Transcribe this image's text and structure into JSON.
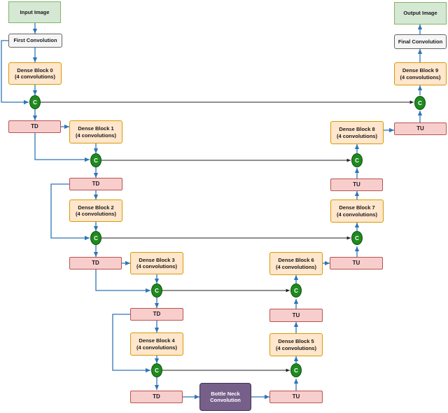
{
  "colors": {
    "blue_arrow": "#2e75b6",
    "black_arrow": "#222222",
    "concat_node": "#1f8a1f",
    "green_box": "#d5e8d4",
    "orange_box": "#ffe6cc",
    "red_box": "#f8cecc",
    "purple_box": "#76608a"
  },
  "input_image": "Input Image",
  "first_convolution": "First Convolution",
  "output_image": "Output Image",
  "final_convolution": "Final Convolution",
  "dense_blocks": [
    {
      "name": "Dense Block 0",
      "detail": "(4 convolutions)"
    },
    {
      "name": "Dense Block 1",
      "detail": "(4 convolutions)"
    },
    {
      "name": "Dense Block 2",
      "detail": "(4 convolutions)"
    },
    {
      "name": "Dense Block 3",
      "detail": "(4 convolutions)"
    },
    {
      "name": "Dense Block 4",
      "detail": "(4 convolutions)"
    },
    {
      "name": "Dense Block 5",
      "detail": "(4 convolutions)"
    },
    {
      "name": "Dense Block 6",
      "detail": "(4 convolutions)"
    },
    {
      "name": "Dense Block 7",
      "detail": "(4 convolutions)"
    },
    {
      "name": "Dense Block 8",
      "detail": "(4 convolutions)"
    },
    {
      "name": "Dense Block 9",
      "detail": "(4 convolutions)"
    }
  ],
  "transition_down": "TD",
  "transition_up": "TU",
  "concat_label": "C",
  "bottleneck": {
    "line1": "Bottle Neck",
    "line2": "Convolution"
  }
}
